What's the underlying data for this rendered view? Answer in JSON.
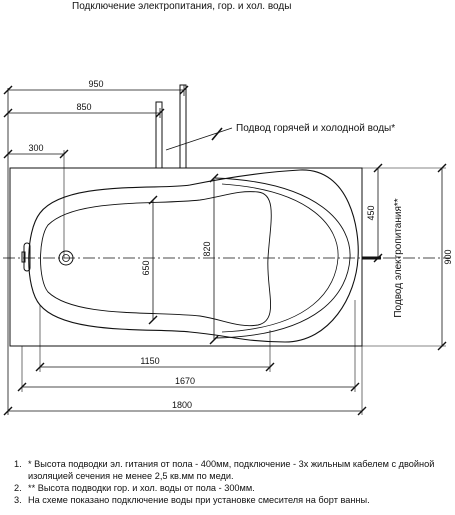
{
  "title": "Подключение электропитания, гор. и хол. воды",
  "labels": {
    "water_supply": "Подвод горячей и холодной воды*",
    "power_supply": "Подвод электропитания**"
  },
  "dimensions": {
    "d950": "950",
    "d850": "850",
    "d300": "300",
    "d450": "450",
    "d900": "900",
    "d820": "820",
    "d650": "650",
    "d1150": "1150",
    "d1670": "1670",
    "d1800": "1800"
  },
  "notes": [
    {
      "num": "1.",
      "text": "* Высота подводки эл. гитания  от пола - 400мм, подключение - 3х жильным кабелем с двойной изоляцией сечения не менее 2,5 кв.мм по меди."
    },
    {
      "num": "2.",
      "text": "** Высота подводки гор. и хол. воды от пола - 300мм."
    },
    {
      "num": "3.",
      "text": "На схеме показано подключение воды при установке смесителя на борт ванны."
    }
  ]
}
